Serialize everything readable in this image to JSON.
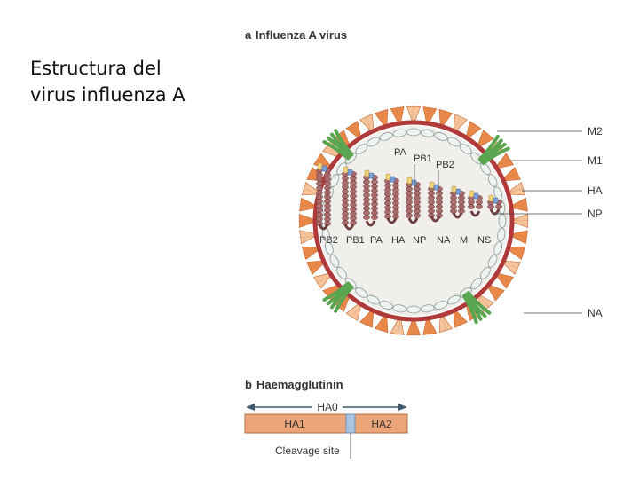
{
  "slide": {
    "title_line1": "Estructura del",
    "title_line2": "virus influenza A"
  },
  "panel_a": {
    "letter": "a",
    "title": "Influenza A virus",
    "right_labels": [
      "M2",
      "M1",
      "HA",
      "NP",
      "NA"
    ],
    "polymerase_labels": [
      "PA",
      "PB1",
      "PB2"
    ],
    "segment_labels": [
      "PB2",
      "PB1",
      "PA",
      "HA",
      "NP",
      "NA",
      "M",
      "NS"
    ]
  },
  "panel_b": {
    "letter": "b",
    "title": "Haemagglutinin",
    "precursor": "HA0",
    "subunit1": "HA1",
    "subunit2": "HA2",
    "cleavage": "Cleavage site"
  },
  "colors": {
    "envelope_outer": "#e8894a",
    "envelope_inner": "#f6c49a",
    "membrane": "#b03a3a",
    "m1_protein": "#eef2f0",
    "m2_channel": "#5aa650",
    "rnp": "#a86a6a",
    "interior": "#f0efec"
  }
}
